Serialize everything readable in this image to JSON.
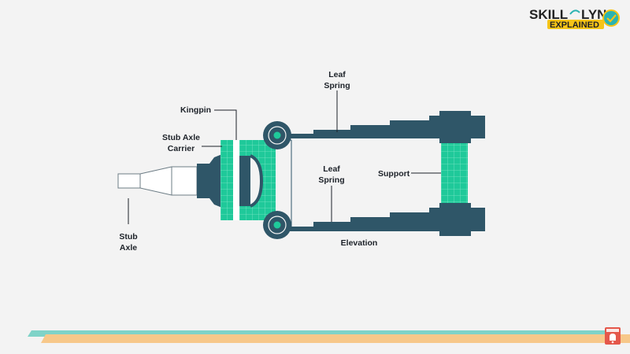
{
  "brand": {
    "name_left": "SKILL",
    "name_right": "LYNC",
    "tagline": "EXPLAINED"
  },
  "labels": {
    "leaf_spring_top_1": "Leaf",
    "leaf_spring_top_2": "Spring",
    "kingpin": "Kingpin",
    "stub_axle_carrier_1": "Stub Axle",
    "stub_axle_carrier_2": "Carrier",
    "leaf_spring_mid_1": "Leaf",
    "leaf_spring_mid_2": "Spring",
    "support": "Support",
    "stub_axle_1": "Stub",
    "stub_axle_2": "Axle",
    "elevation": "Elevation"
  },
  "colors": {
    "steel": "#2f5668",
    "teal": "#1fc99a",
    "accent_orange": "#f7c88a",
    "accent_teal": "#7fd3c8",
    "subscribe_red": "#e4574a",
    "brand_yellow": "#f6c417",
    "brand_check": "#2bb3b1"
  },
  "icons": {
    "brand_mark": "check-badge-icon",
    "subscribe": "bell-icon"
  }
}
